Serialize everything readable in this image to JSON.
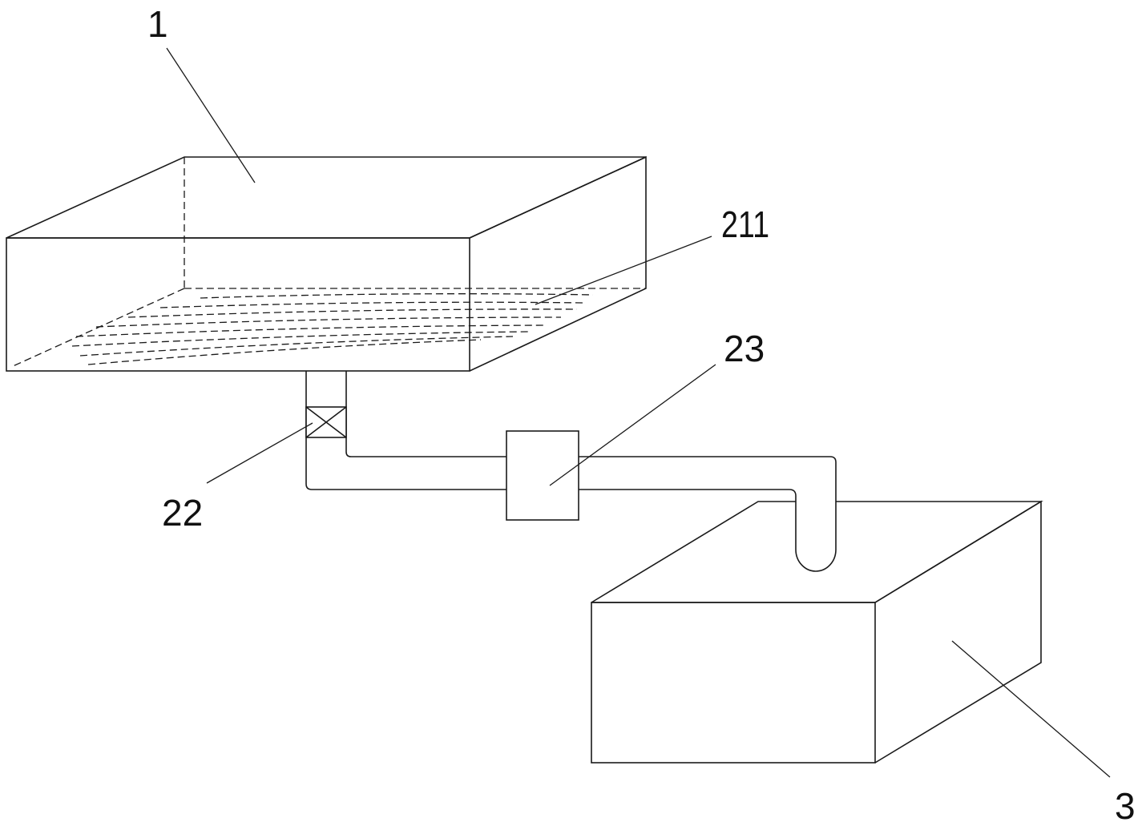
{
  "labels": {
    "upper_tank": "1",
    "liquid_layer": "211",
    "valve": "22",
    "pump": "23",
    "lower_tank": "3"
  },
  "colors": {
    "line": "#1a1a1a",
    "background": "#ffffff"
  }
}
